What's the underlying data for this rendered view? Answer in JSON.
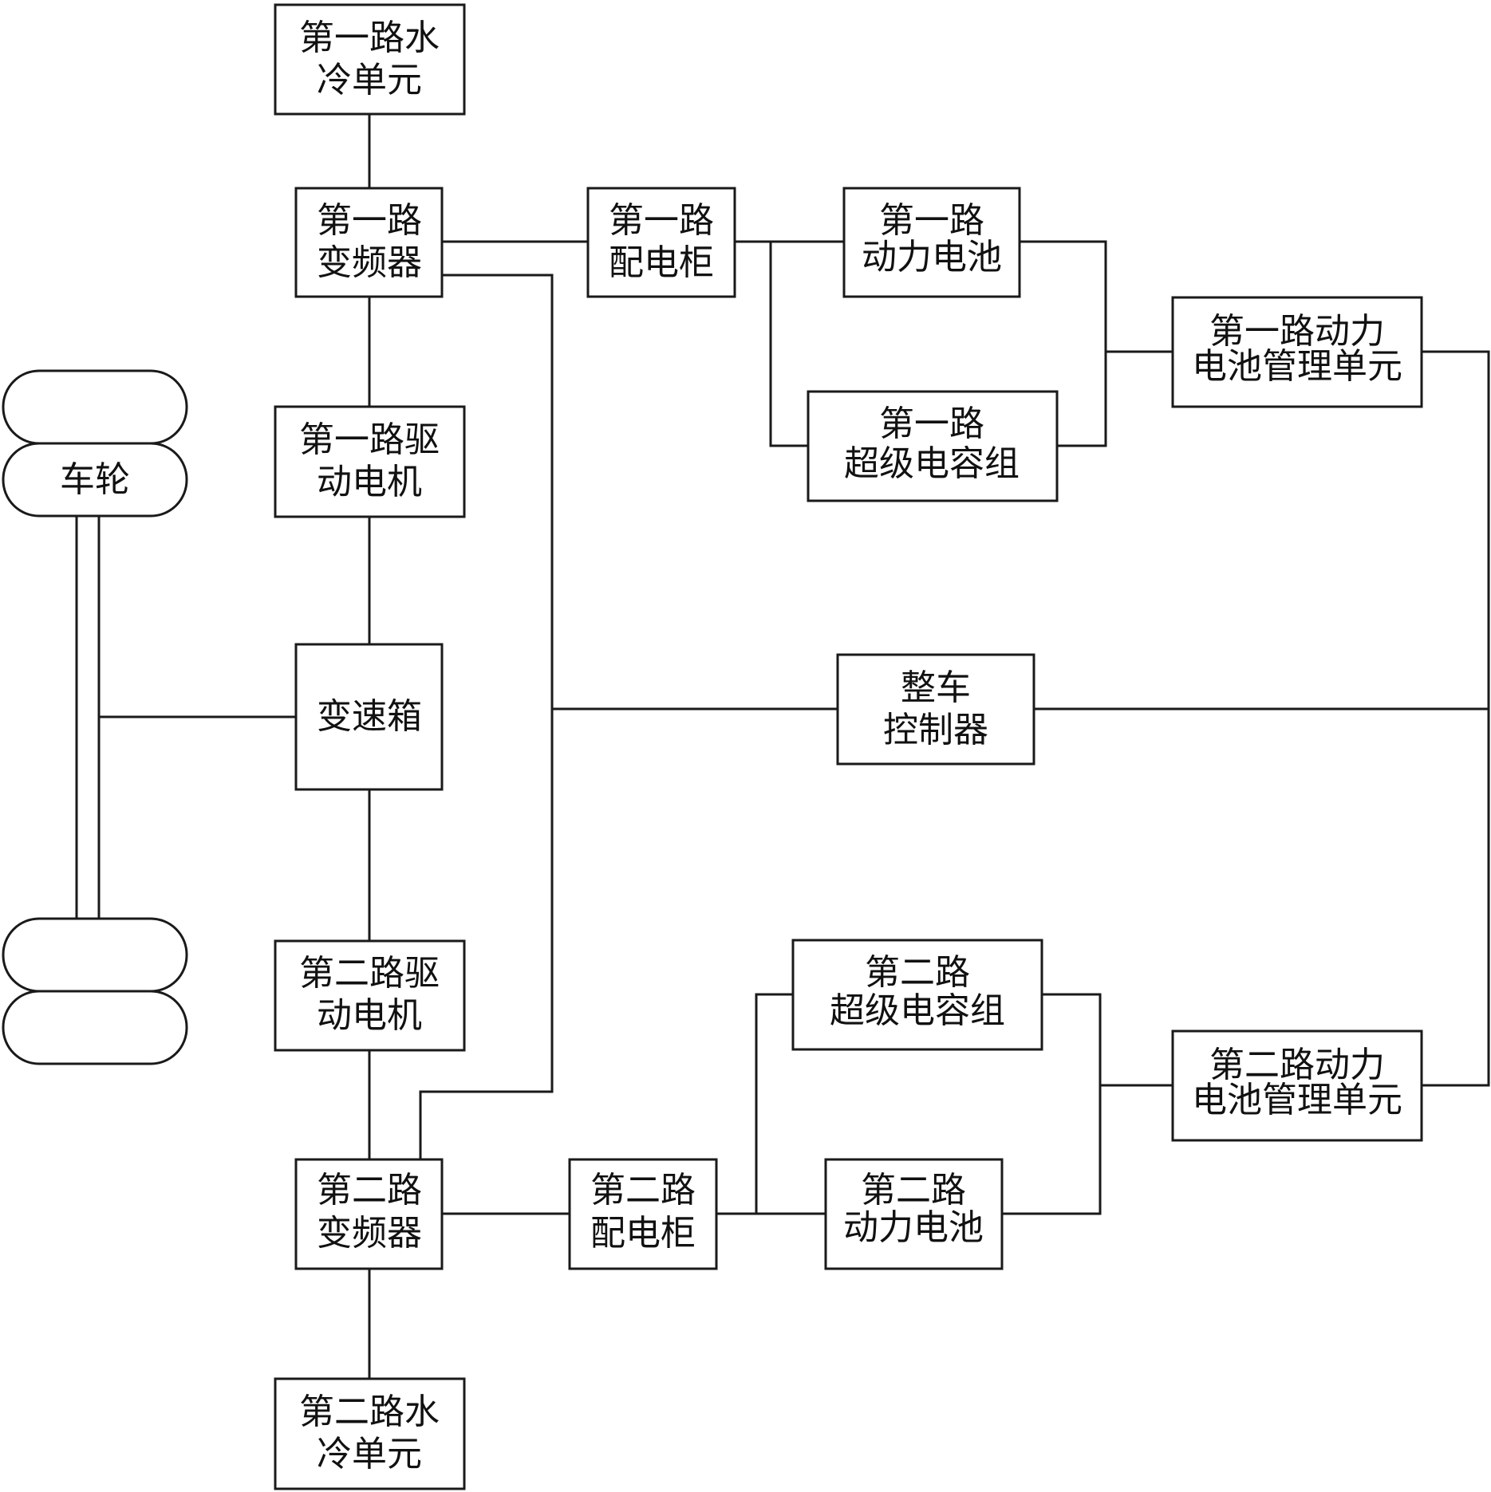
{
  "nodes": {
    "water1": {
      "lines": [
        "第一路水",
        "冷单元"
      ]
    },
    "inverter1": {
      "lines": [
        "第一路",
        "变频器"
      ]
    },
    "cabinet1": {
      "lines": [
        "第一路",
        "配电柜"
      ]
    },
    "battery1": {
      "lines": [
        "第一路",
        "动力电池"
      ]
    },
    "bms1": {
      "lines": [
        "第一路动力",
        "电池管理单元"
      ]
    },
    "supercap1": {
      "lines": [
        "第一路",
        "超级电容组"
      ]
    },
    "motor1": {
      "lines": [
        "第一路驱",
        "动电机"
      ]
    },
    "gearbox": {
      "lines": [
        "变速箱"
      ]
    },
    "vcu": {
      "lines": [
        "整车",
        "控制器"
      ]
    },
    "motor2": {
      "lines": [
        "第二路驱",
        "动电机"
      ]
    },
    "supercap2": {
      "lines": [
        "第二路",
        "超级电容组"
      ]
    },
    "bms2": {
      "lines": [
        "第二路动力",
        "电池管理单元"
      ]
    },
    "inverter2": {
      "lines": [
        "第二路",
        "变频器"
      ]
    },
    "cabinet2": {
      "lines": [
        "第二路",
        "配电柜"
      ]
    },
    "battery2": {
      "lines": [
        "第二路",
        "动力电池"
      ]
    },
    "water2": {
      "lines": [
        "第二路水",
        "冷单元"
      ]
    },
    "wheel": {
      "lines": [
        "车轮"
      ]
    }
  }
}
